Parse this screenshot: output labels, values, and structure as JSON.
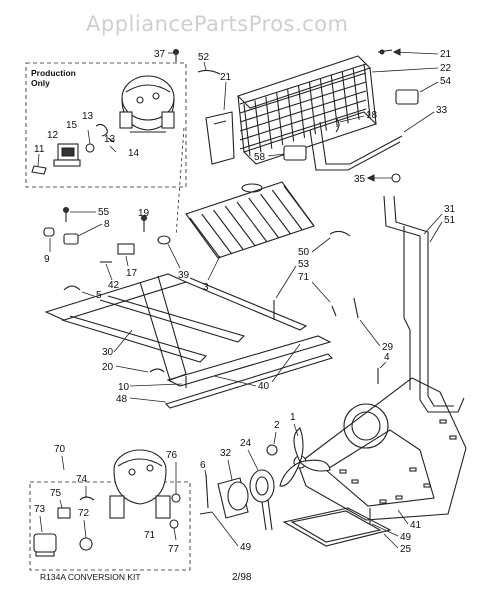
{
  "watermark": "AppliancePartsPros.com",
  "inset_top_label": "Production\nOnly",
  "inset_top_label_lines": [
    "Production",
    "Only"
  ],
  "inset_bottom_label": "R134A CONVERSION KIT",
  "footer_code": "2/98",
  "callouts": {
    "c37": "37",
    "c52": "52",
    "c21a": "21",
    "c21b": "21",
    "c22": "22",
    "c54": "54",
    "c18": "18",
    "c33": "33",
    "c58": "58",
    "c35": "35",
    "c31": "31",
    "c51": "51",
    "c15": "15",
    "c13a": "13",
    "c13b": "13",
    "c12": "12",
    "c14": "14",
    "c11": "11",
    "c55": "55",
    "c8": "8",
    "c19": "19",
    "c9": "9",
    "c17": "17",
    "c39": "39",
    "c42": "42",
    "c3": "3",
    "c50": "50",
    "c53": "53",
    "c71a": "71",
    "c5": "5",
    "c29": "29",
    "c30": "30",
    "c20": "20",
    "c4": "4",
    "c10": "10",
    "c40": "40",
    "c48": "48",
    "c70": "70",
    "c76": "76",
    "c74": "74",
    "c75": "75",
    "c72": "72",
    "c73": "73",
    "c71b": "71",
    "c77": "77",
    "c6": "6",
    "c32": "32",
    "c24": "24",
    "c2": "2",
    "c1": "1",
    "c49a": "49",
    "c49b": "49",
    "c41": "41",
    "c25": "25"
  }
}
